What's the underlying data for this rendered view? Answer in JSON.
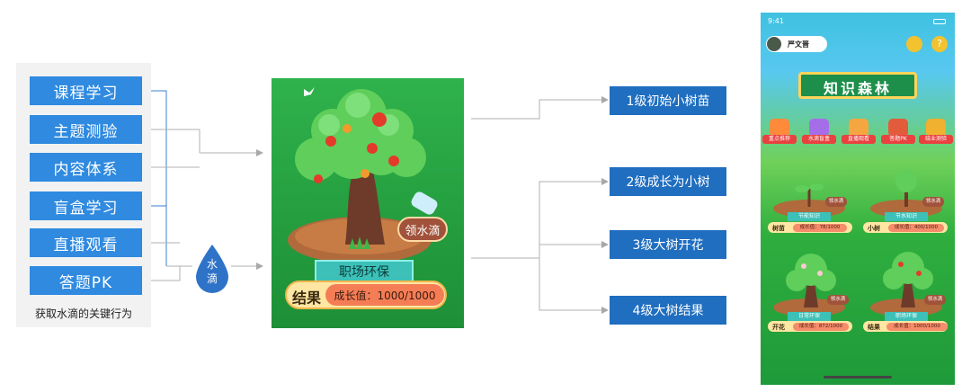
{
  "behaviors": [
    "课程学习",
    "主题测验",
    "内容体系",
    "盲盒学习",
    "直播观看",
    "答题PK"
  ],
  "left_caption": "获取水滴的关键行为",
  "drop_label": [
    "水",
    "滴"
  ],
  "tree_card": {
    "badge": "领水滴",
    "plate": "职场环保",
    "stage": "结果",
    "growth": "成长值：1000/1000"
  },
  "levels": [
    "1级初始小树苗",
    "2级成长为小树",
    "3级大树开花",
    "4级大树结果"
  ],
  "phone": {
    "time": "9:41",
    "user": "严文晋",
    "banner": "知识森林",
    "categories": [
      "重点推荐",
      "水滴盲盒",
      "直播观看",
      "答题PK",
      "结业测验"
    ],
    "plots": [
      {
        "name": "节能知识",
        "stage": "树苗",
        "growth": "成长值：78/1000",
        "badge": "领水滴"
      },
      {
        "name": "节水知识",
        "stage": "小树",
        "growth": "成长值：400/1000",
        "badge": "领水滴"
      },
      {
        "name": "日常环保",
        "stage": "开花",
        "growth": "成长值：872/1000",
        "badge": "领水滴"
      },
      {
        "name": "职场环保",
        "stage": "结果",
        "growth": "成长值：1000/1000",
        "badge": "领水滴"
      }
    ]
  },
  "colors": {
    "behavior_box": "#2f8ae0",
    "level_box": "#1f6ec0",
    "drop": "#2f73c8",
    "card_green": "#2fb24c"
  }
}
